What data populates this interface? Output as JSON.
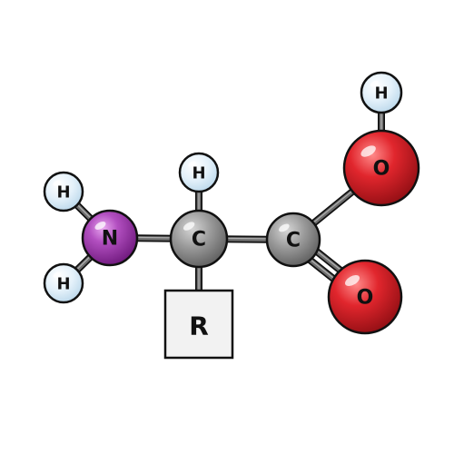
{
  "atoms": [
    {
      "id": "n",
      "label": "N",
      "element": "nitrogen",
      "color": "#9b2ba6"
    },
    {
      "id": "h1",
      "label": "H",
      "element": "hydrogen",
      "color": "#d9ecf7"
    },
    {
      "id": "h2",
      "label": "H",
      "element": "hydrogen",
      "color": "#d9ecf7"
    },
    {
      "id": "ca",
      "label": "C",
      "element": "carbon",
      "color": "#8e8e8e"
    },
    {
      "id": "ha",
      "label": "H",
      "element": "hydrogen",
      "color": "#d9ecf7"
    },
    {
      "id": "cc",
      "label": "C",
      "element": "carbon",
      "color": "#8e8e8e"
    },
    {
      "id": "o1",
      "label": "O",
      "element": "oxygen",
      "color": "#d8242b"
    },
    {
      "id": "ho",
      "label": "H",
      "element": "hydrogen",
      "color": "#d9ecf7"
    },
    {
      "id": "o2",
      "label": "O",
      "element": "oxygen",
      "color": "#d8242b"
    }
  ],
  "side_chain": {
    "label": "R",
    "color": "#f2f2f2"
  },
  "bonds": [
    {
      "from": "n",
      "to": "h1",
      "order": 1
    },
    {
      "from": "n",
      "to": "h2",
      "order": 1
    },
    {
      "from": "n",
      "to": "ca",
      "order": 1
    },
    {
      "from": "ca",
      "to": "ha",
      "order": 1
    },
    {
      "from": "ca",
      "to": "r",
      "order": 1
    },
    {
      "from": "ca",
      "to": "cc",
      "order": 1
    },
    {
      "from": "cc",
      "to": "o1",
      "order": 1
    },
    {
      "from": "o1",
      "to": "ho",
      "order": 1
    },
    {
      "from": "cc",
      "to": "o2",
      "order": 2
    }
  ],
  "bond_color": "#6e6e6e"
}
